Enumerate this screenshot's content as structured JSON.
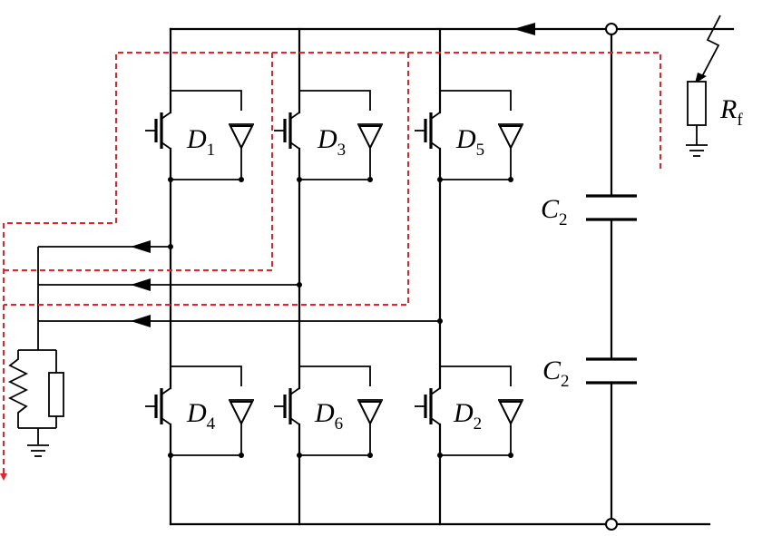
{
  "diodes": [
    {
      "letter": "D",
      "sub": "1"
    },
    {
      "letter": "D",
      "sub": "3"
    },
    {
      "letter": "D",
      "sub": "5"
    },
    {
      "letter": "D",
      "sub": "4"
    },
    {
      "letter": "D",
      "sub": "6"
    },
    {
      "letter": "D",
      "sub": "2"
    }
  ],
  "capacitors": [
    {
      "letter": "C",
      "sub": "2"
    },
    {
      "letter": "C",
      "sub": "2"
    }
  ],
  "fault_resistor": {
    "letter": "R",
    "sub": "f"
  },
  "colors": {
    "wire": "#000000",
    "fault_path": "#e8202a"
  }
}
